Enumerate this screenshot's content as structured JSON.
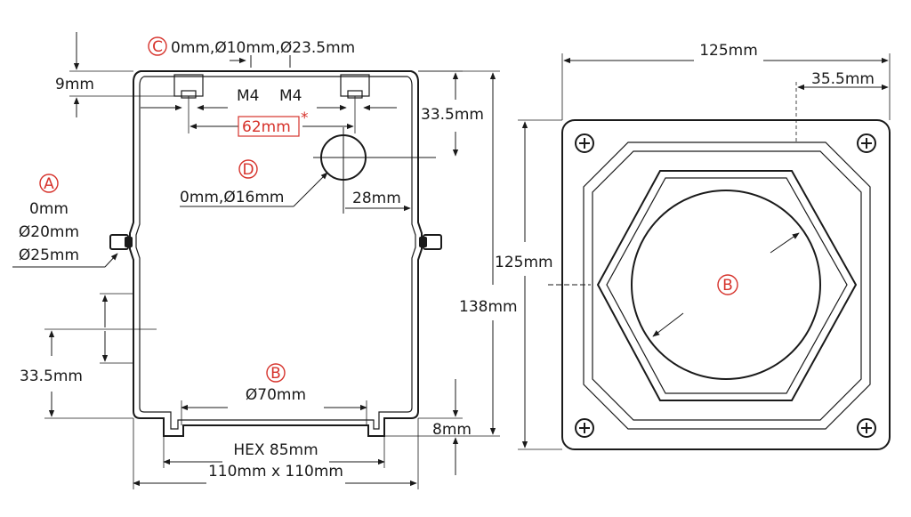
{
  "colors": {
    "line": "#1a1a1a",
    "accent": "#d6322b"
  },
  "side_view": {
    "marker_a": "A",
    "a_sizes": [
      "0mm",
      "Ø20mm",
      "Ø25mm"
    ],
    "marker_b": "B",
    "b_size": "Ø70mm",
    "marker_c": "C",
    "c_sizes": "0mm,Ø10mm,Ø23.5mm",
    "marker_d": "D",
    "d_sizes": "0mm,Ø16mm",
    "top_left_height": "9mm",
    "thread_left": "M4",
    "thread_right": "M4",
    "hole_spacing": "62mm",
    "hole_spacing_mark": "*",
    "d_from_top": "33.5mm",
    "d_from_side": "28mm",
    "a_from_bottom": "33.5mm",
    "total_height": "138mm",
    "flange_height": "8mm",
    "hex_size": "HEX 85mm",
    "base_size": "110mm x 110mm"
  },
  "top_view": {
    "width": "125mm",
    "height": "125mm",
    "c_offset": "35.5mm",
    "marker_b": "B"
  }
}
